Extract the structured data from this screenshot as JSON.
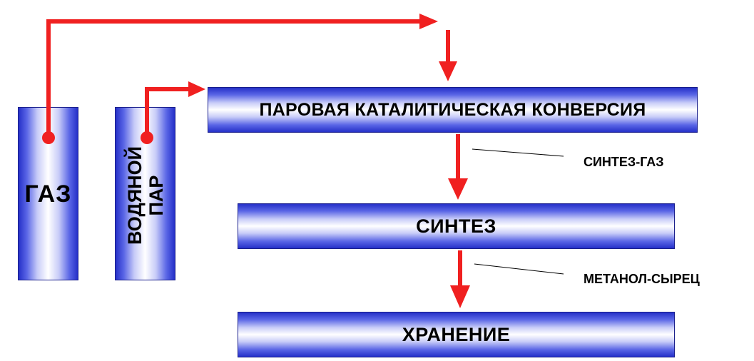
{
  "diagram": {
    "inputs": {
      "gas": "ГАЗ",
      "steam_line1": "ВОДЯНОЙ",
      "steam_line2": "ПАР"
    },
    "blocks": {
      "conversion": "ПАРОВАЯ КАТАЛИТИЧЕСКАЯ КОНВЕРСИЯ",
      "synthesis": "СИНТЕЗ",
      "storage": "ХРАНЕНИЕ"
    },
    "streams": {
      "syngas": "СИНТЕЗ-ГАЗ",
      "methanol_raw": "МЕТАНОЛ-СЫРЕЦ"
    }
  },
  "colors": {
    "arrow": "#f02020",
    "block_dark": "#2530c8",
    "block_light": "#ffffff"
  }
}
